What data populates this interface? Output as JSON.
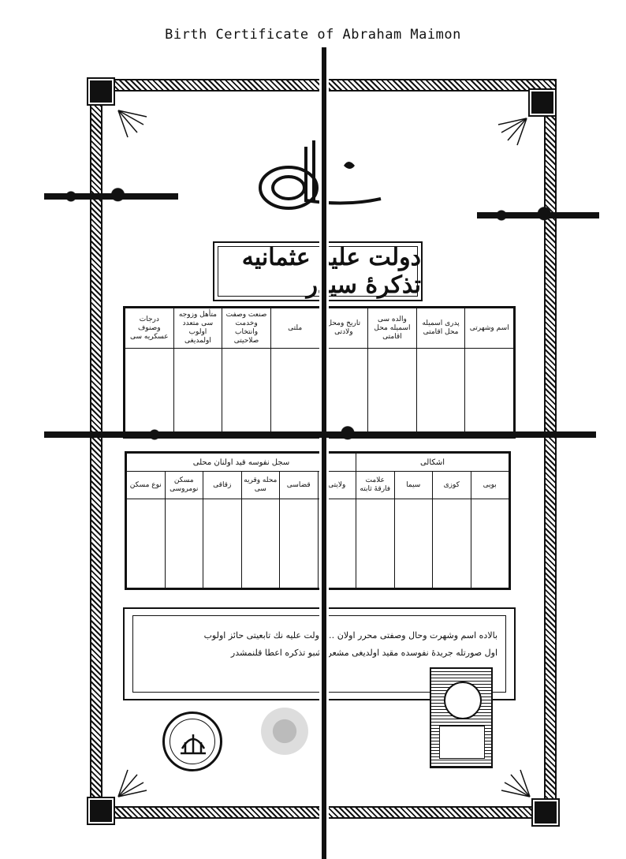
{
  "header": {
    "title": "Birth Certificate of Abraham Maimon"
  },
  "certificate": {
    "heading": "دولت علیهٔ عثمانیه تذکرهٔ سیدر",
    "table1": {
      "headers": [
        "اسم وشهرتی",
        "پدری اسمیله محل اقامتی",
        "والده سی اسمیله محل اقامتی",
        "تاریخ ومحل ولادتی",
        "ملتی",
        "صنعت وصفت وخدمت وانتخاب صلاحیتی",
        "متأهل وزوجه سی متعدد اولوب اولمدیغی",
        "درجات وصنوف عسکریه سی"
      ]
    },
    "table2": {
      "group_right": "اشکالی",
      "group_left": "سجل نفوسه قید اولنان محلی",
      "headers": [
        "بویی",
        "کوزی",
        "سیما",
        "علامت فارقهٔ ثابته",
        "ولایتی",
        "قضاسی",
        "محله وقریه سی",
        "زقاقی",
        "مسکن نومروسی",
        "نوع مسکن"
      ]
    },
    "statement": {
      "line1": "بالاده اسم وشهرت وحال وصفتی محرر اولان … دولت علیه نك تابعیتی حائز اولوب",
      "line2": "اول صورتله جریدهٔ نفوسده مقید اولدیغی مشعر اشبو تذکره اعطا قلنمشدر"
    }
  },
  "icons": {
    "tughra": "tughra-icon",
    "seal": "ministry-seal-icon",
    "revenue_stamp": "revenue-stamp-icon"
  }
}
